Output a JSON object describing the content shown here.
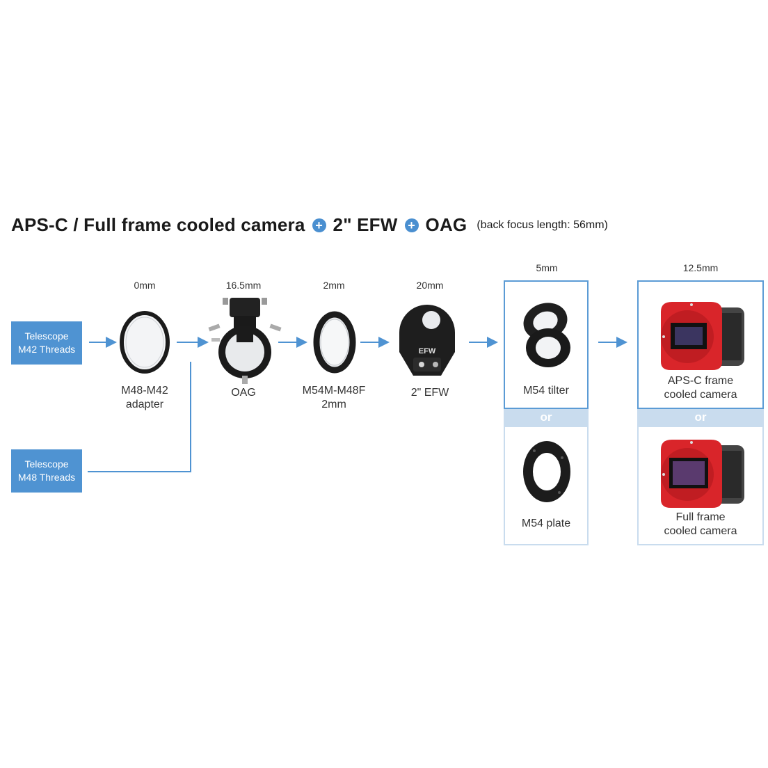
{
  "title": {
    "part1": "APS-C / Full frame cooled camera",
    "plus_symbol": "+",
    "part2": "2\" EFW",
    "part3": "OAG",
    "note": "(back focus length: 56mm)"
  },
  "telescopes": [
    {
      "line1": "Telescope",
      "line2": "M42 Threads"
    },
    {
      "line1": "Telescope",
      "line2": "M48 Threads"
    }
  ],
  "components": [
    {
      "distance": "0mm",
      "label_line1": "M48-M42",
      "label_line2": "adapter"
    },
    {
      "distance": "16.5mm",
      "label_line1": "OAG",
      "label_line2": ""
    },
    {
      "distance": "2mm",
      "label_line1": "M54M-M48F",
      "label_line2": "2mm"
    },
    {
      "distance": "20mm",
      "label_line1": "2\" EFW",
      "label_line2": ""
    }
  ],
  "tilter_group": {
    "distance": "5mm",
    "option1": "M54 tilter",
    "or_label": "or",
    "option2": "M54 plate"
  },
  "camera_group": {
    "distance": "12.5mm",
    "option1_line1": "APS-C frame",
    "option1_line2": "cooled camera",
    "or_label": "or",
    "option2_line1": "Full frame",
    "option2_line2": "cooled camera"
  },
  "efw_logo_text": "EFW",
  "colors": {
    "accent": "#4f93d2",
    "frame": "#5b9bd5",
    "frame_light": "#c9dcee",
    "camera_red": "#d9252a"
  }
}
